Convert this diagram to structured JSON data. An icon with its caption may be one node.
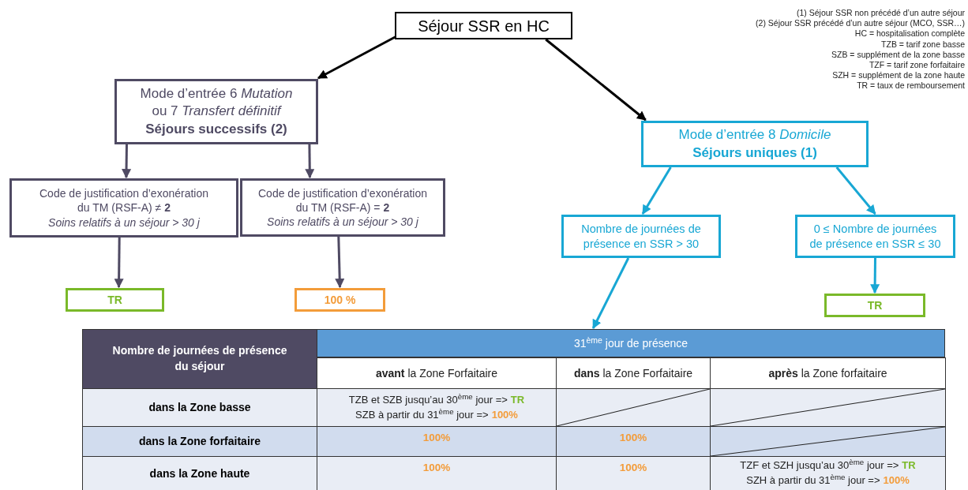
{
  "diagram": {
    "nodes": [
      {
        "text": [
          "Séjour SSR en HC"
        ]
      },
      {
        "text": [
          "Mode d’entrée 6 *Mutation* ou 7 *Transfert définitif*",
          "Séjours successifs (2)"
        ]
      },
      {
        "text": [
          "Mode d’entrée 8 *Domicile*",
          "Séjours uniques (1)"
        ]
      },
      {
        "text": [
          "Code de justification d’exonération du TM (RSF-A) ≠ **2**",
          "Soins relatifs à un séjour > 30 j"
        ]
      },
      {
        "text": [
          "Code de justification d’exonération du TM (RSF-A) = **2**",
          "Soins relatifs à un séjour > 30 j"
        ]
      },
      {
        "text": [
          "Nombre de journées de présence en SSR > 30"
        ]
      },
      {
        "text": [
          "0 ≤ Nombre de journées de présence en SSR ≤ 30"
        ]
      },
      {
        "text": [
          "TR"
        ]
      },
      {
        "text": [
          "100 %"
        ]
      },
      {
        "text": [
          "TR"
        ]
      },
      {
        "text": [
          "31$^{ème}$ jour de présence"
        ]
      }
    ],
    "edges": [
      {
        "from": 0,
        "to": 1,
        "arrow": "to",
        "color": "#000000"
      },
      {
        "from": 0,
        "to": 2,
        "arrow": "to",
        "color": "#000000"
      },
      {
        "from": 1,
        "to": 3,
        "arrow": "to",
        "color": "#4f4a63"
      },
      {
        "from": 1,
        "to": 4,
        "arrow": "to",
        "color": "#4f4a63"
      },
      {
        "from": 2,
        "to": 5,
        "arrow": "to",
        "color": "#18a7d4"
      },
      {
        "from": 2,
        "to": 6,
        "arrow": "to",
        "color": "#18a7d4"
      },
      {
        "from": 3,
        "to": 7,
        "arrow": "to",
        "color": "#4f4a63"
      },
      {
        "from": 4,
        "to": 8,
        "arrow": "to",
        "color": "#4f4a63"
      },
      {
        "from": 5,
        "to": 10,
        "arrow": "to",
        "color": "#18a7d4"
      },
      {
        "from": 6,
        "to": 9,
        "arrow": "to",
        "color": "#18a7d4"
      }
    ],
    "labels": [
      "(1) Séjour SSR non précédé d’un autre séjour",
      "(2) Séjour SSR précédé d’un autre séjour (MCO, SSR…)",
      "HC = hospitalisation complète",
      "TZB = tarif zone basse",
      "SZB = supplément de la zone basse",
      "TZF = tarif zone forfaitaire",
      "SZH = supplément de la zone haute",
      "TR = taux de remboursement",
      "Nombre de journées de présence du séjour",
      "**avant** la Zone Forfaitaire",
      "**dans** la Zone Forfaitaire",
      "**après** la Zone forfaitaire",
      "dans la Zone basse",
      "TZB et SZB jusqu’au 30$^{ème}$ jour =>",
      "TR",
      "SZB à partir du 31$^{ème}$ jour =>",
      "100%",
      "dans la Zone forfaitaire",
      "100%",
      "100%",
      "dans la Zone haute",
      "100%",
      "100%",
      "TZF et SZH jusqu’au 30$^{ème}$ jour =>",
      "TR",
      "SZH à partir du 31$^{ème}$ jour =>",
      "100%"
    ]
  }
}
